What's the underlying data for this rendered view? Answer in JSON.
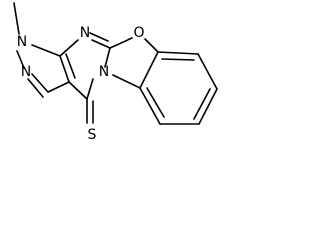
{
  "molecule": {
    "atoms": {
      "methyl_stub": "",
      "n_methyl": "N",
      "n_pyrazole": "N",
      "n_pyrimidine_top": "N",
      "o_oxazole": "O",
      "n_bridge": "N",
      "s_thione": "S"
    },
    "colors": {
      "bond": "#000000",
      "label": "#000000",
      "background": "#ffffff"
    }
  }
}
